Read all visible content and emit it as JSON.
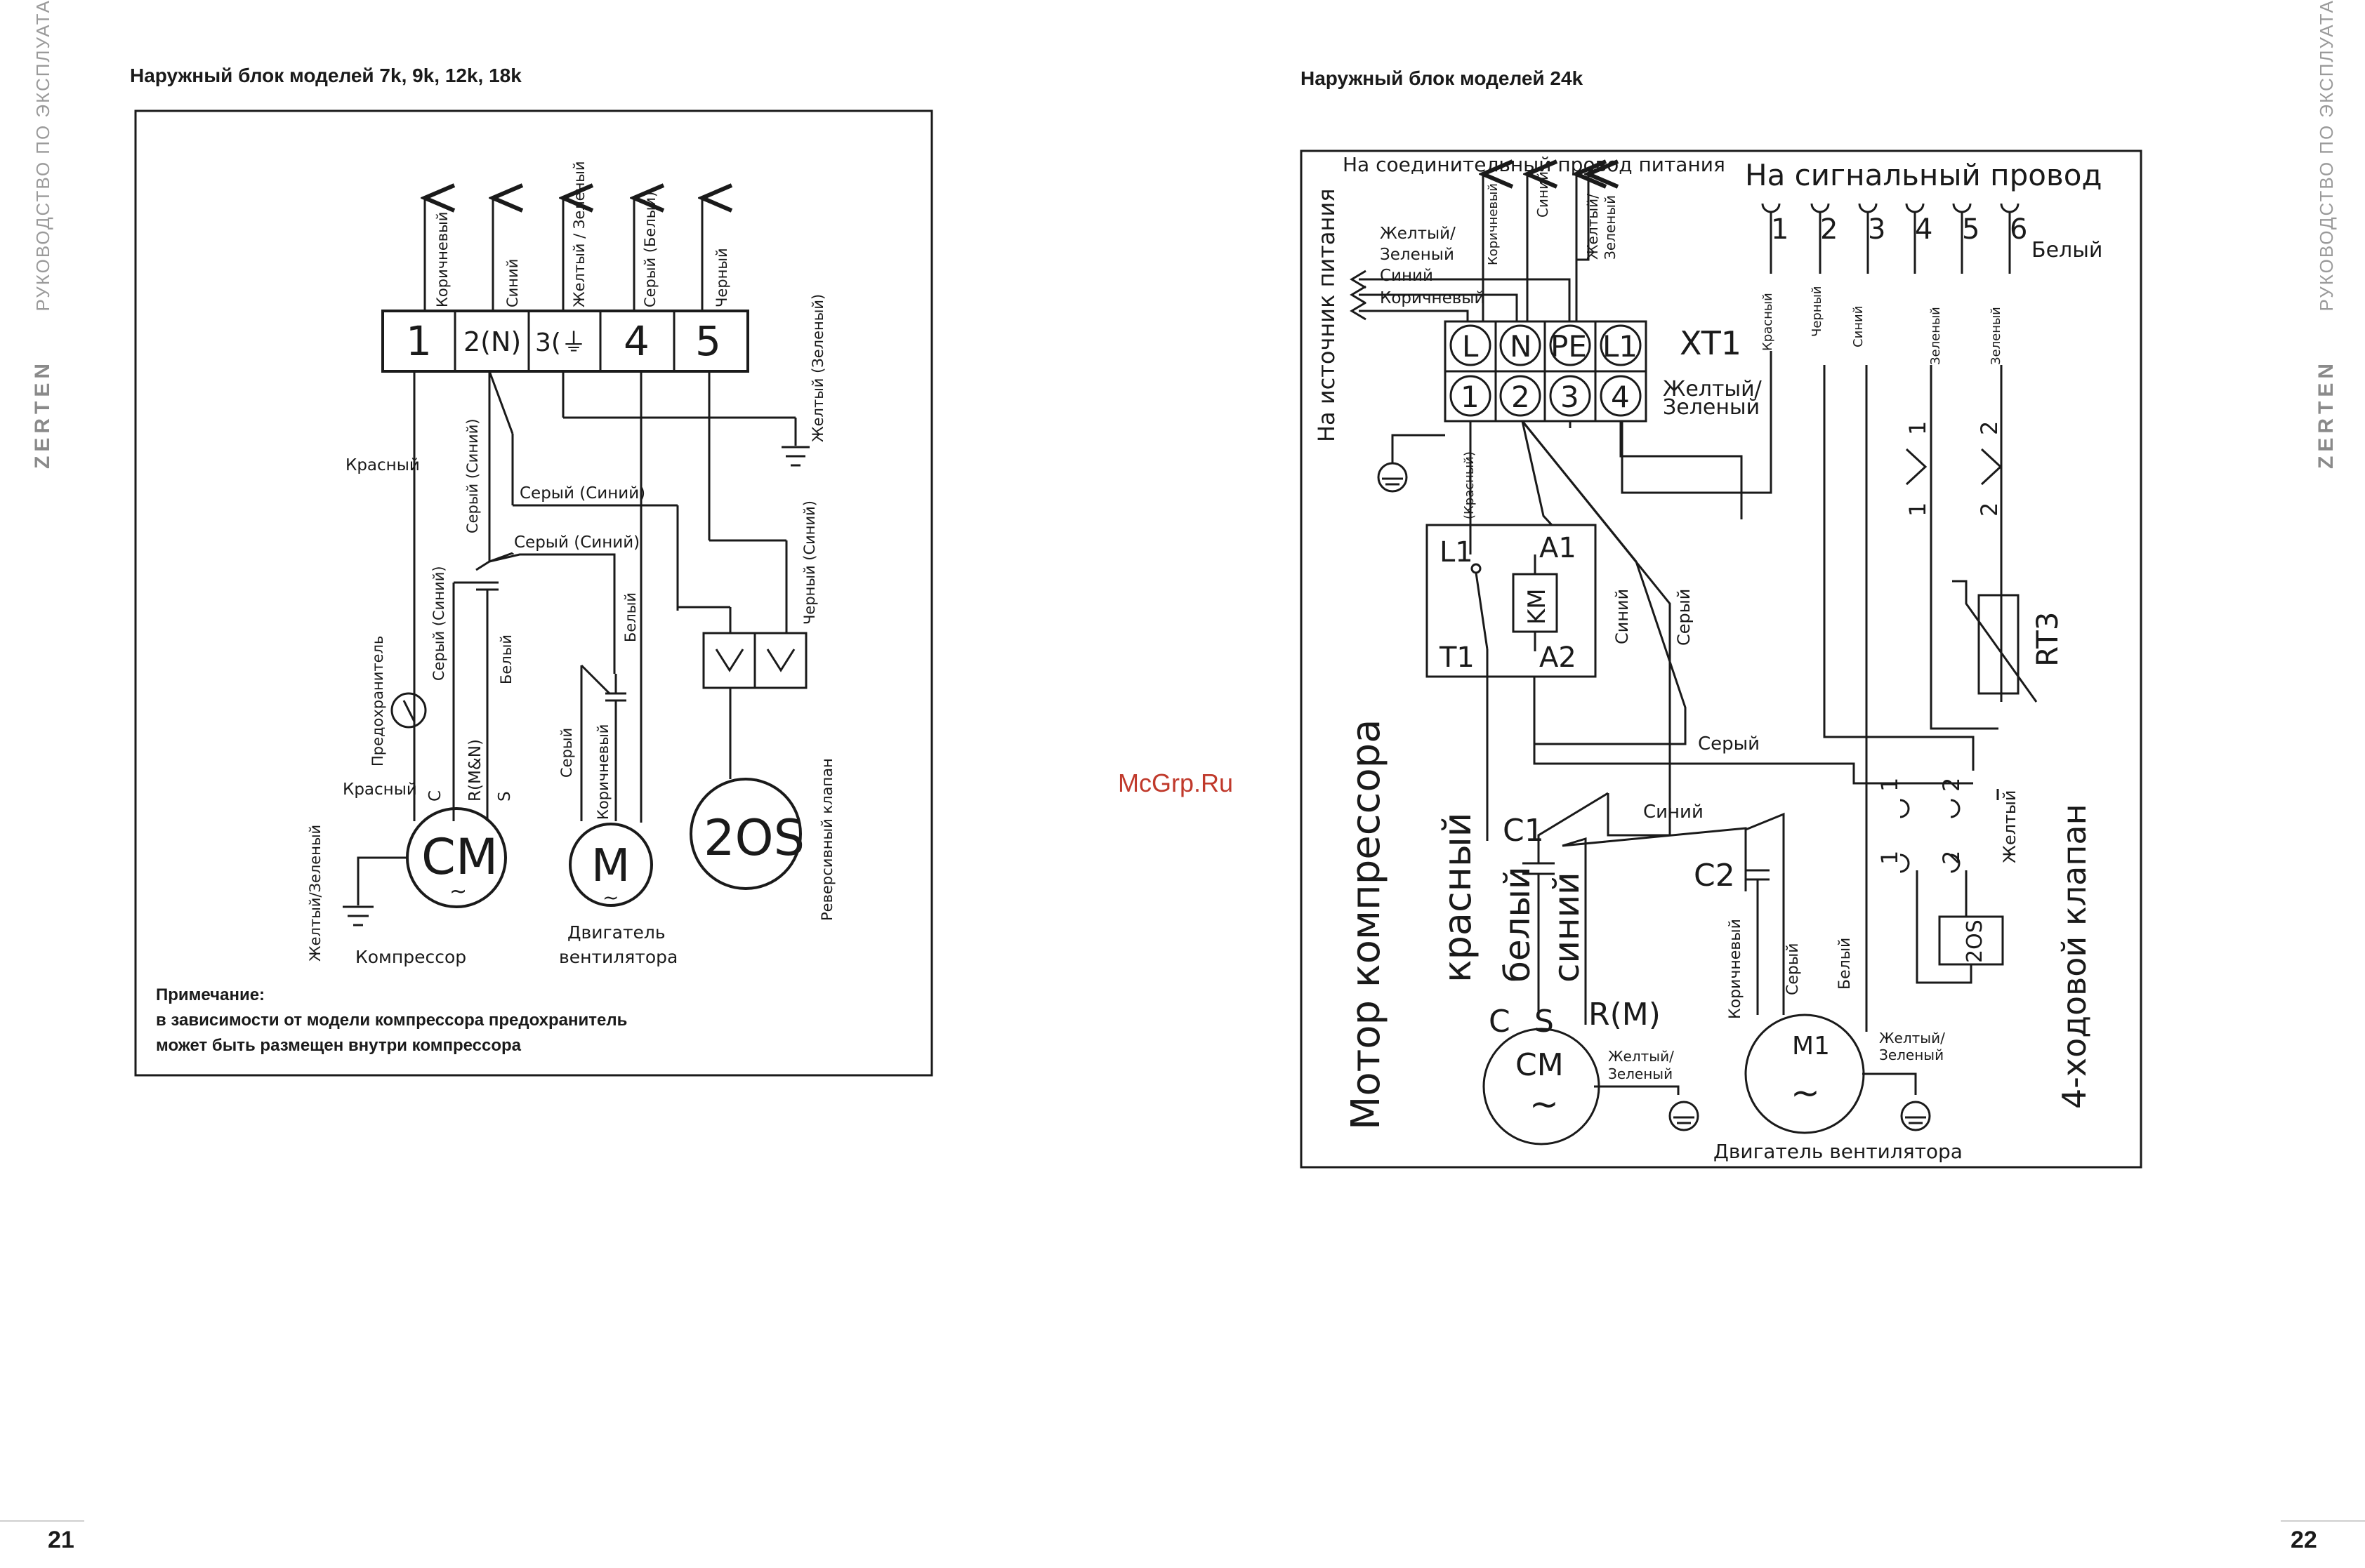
{
  "header": {
    "brand": "ZERTEN",
    "manual": "РУКОВОДСТВО ПО ЭКСПЛУАТАЦИИ"
  },
  "watermark": "McGrp.Ru",
  "left_page": {
    "title": "Наружный блок моделей 7k, 9k, 12k, 18k",
    "page_number": "21",
    "terminals": [
      "1",
      "2(N)",
      "3(⏚",
      "4",
      "5"
    ],
    "wire_labels": {
      "brown": "Коричневый",
      "blue": "Синий",
      "yg_slash": "Желтый / Зеленый",
      "grey_white": "Серый (Белый)",
      "black": "Черный",
      "yg_paren": "Желтый (Зеленый)",
      "red": "Красный",
      "grey_blue": "Серый (Синий)",
      "white": "Белый",
      "black_blue": "Черный (Синий)",
      "grey": "Серый",
      "fuse": "Предохранитель",
      "yg_comp": "Желтый/Зеленый",
      "rmn": "R(M&N)"
    },
    "pins": {
      "c": "C",
      "s": "S"
    },
    "components": {
      "cm": "CM",
      "m": "M",
      "tos": "2OS",
      "compressor": "Компрессор",
      "fan_motor_1": "Двигатель",
      "fan_motor_2": "вентилятора",
      "reverse_valve": "Реверсивный клапан"
    },
    "note": {
      "title": "Примечание:",
      "line1": "в зависимости от модели компрессора предохранитель",
      "line2": "может быть размещен внутри компрессора"
    }
  },
  "right_page": {
    "title": "Наружный блок моделей 24k",
    "page_number": "22",
    "power_wire": "На соединительный провод питания",
    "signal_wire": "На сигнальный провод",
    "power_source": "На источник питания",
    "xt1": "XT1",
    "terminal_top": [
      "L",
      "N",
      "PE",
      "L1"
    ],
    "terminal_bottom": [
      "1",
      "2",
      "3",
      "4"
    ],
    "signal_terms": [
      "1",
      "2",
      "3",
      "4",
      "5",
      "6"
    ],
    "labels": {
      "yg1": "Желтый/",
      "yg2": "Зеленый",
      "blue": "Синий",
      "brown": "Коричневый",
      "white": "Белый",
      "red": "Красный",
      "black": "Черный",
      "green": "Зеленый",
      "red_paren": "(Красный)",
      "grey": "Серый",
      "yellow": "Желтый",
      "l1": "L1",
      "a1": "A1",
      "km": "KM",
      "t1": "T1",
      "a2": "A2",
      "c1": "C1",
      "c2": "C2",
      "rt3": "RT3",
      "tos": "2OS",
      "red_big": "красный",
      "white_big": "белый",
      "blue_big": "синий",
      "c": "C",
      "s": "S",
      "rm": "R(M)",
      "cm": "CM",
      "m1": "M1",
      "comp_motor": "Мотор компрессора",
      "valve4": "4-ходовой клапан",
      "fan_motor": "Двигатель вентилятора",
      "yg_comp": "Желтый/Зеленый"
    },
    "contact_nums": [
      "1",
      "2"
    ]
  }
}
